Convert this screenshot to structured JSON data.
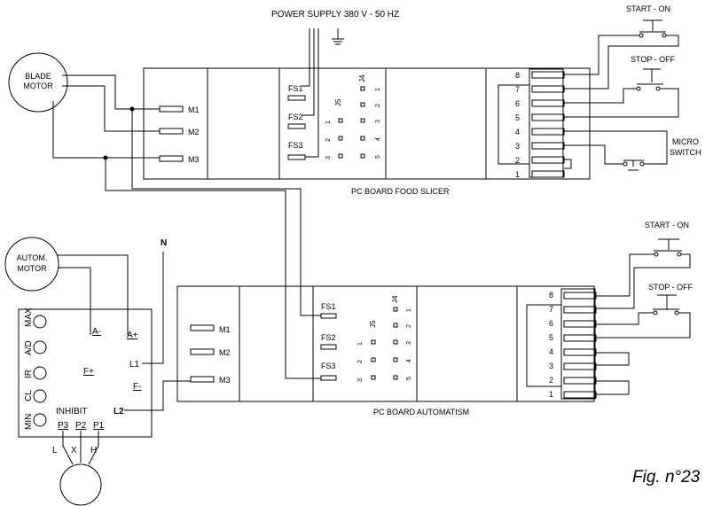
{
  "power_supply": "POWER SUPPLY 380 V - 50 HZ",
  "blade_motor": [
    "BLADE",
    "MOTOR"
  ],
  "autom_motor": [
    "AUTOM.",
    "MOTOR"
  ],
  "neutral": "N",
  "micro_switch": [
    "MICRO",
    "SWITCH"
  ],
  "fig_label": "Fig. n°23",
  "board_top": {
    "title": "PC BOARD FOOD SLICER",
    "motor_terms": [
      "M1",
      "M2",
      "M3"
    ],
    "fs_terms": [
      "FS1",
      "FS2",
      "FS3"
    ],
    "j5": "J5",
    "j4": "J4",
    "j5_pins": [
      "1",
      "2",
      "3"
    ],
    "j4_pins": [
      "1",
      "2",
      "3",
      "4",
      "5"
    ],
    "pins": [
      "8",
      "7",
      "6",
      "5",
      "4",
      "3",
      "2",
      "1"
    ],
    "start": "START - ON",
    "stop": "STOP - OFF"
  },
  "board_bottom": {
    "title": "PC BOARD AUTOMATISM",
    "motor_terms": [
      "M1",
      "M2",
      "M3"
    ],
    "fs_terms": [
      "FS1",
      "FS2",
      "FS3"
    ],
    "j5": "J5",
    "j4": "J4",
    "j5_pins": [
      "1",
      "2",
      "3"
    ],
    "j4_pins": [
      "1",
      "2",
      "3",
      "4",
      "5"
    ],
    "pins": [
      "8",
      "7",
      "6",
      "5",
      "4",
      "3",
      "2",
      "1"
    ],
    "start": "START - ON",
    "stop": "STOP - OFF"
  },
  "controller": {
    "pots": [
      "MAX",
      "A/D",
      "IR",
      "CL",
      "MIN"
    ],
    "a_minus": "A-",
    "a_plus": "A+",
    "f_plus": "F+",
    "f_minus": "F-",
    "l1": "L1",
    "l2": "L2",
    "inhibit": "INHIBIT",
    "p_labels": [
      "P3",
      "P2",
      "P1"
    ],
    "wire_labels": [
      "L",
      "X",
      "H"
    ]
  }
}
